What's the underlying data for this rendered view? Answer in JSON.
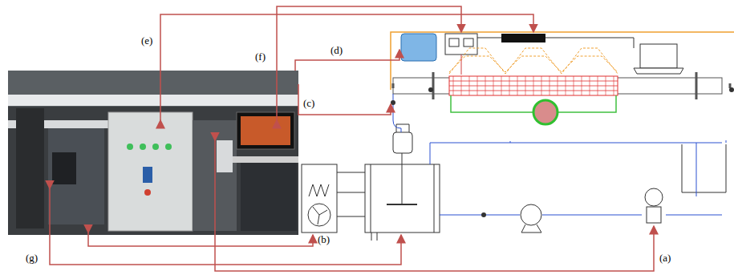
{
  "diagram": {
    "labels": [
      "(e)",
      "(f)",
      "(d)",
      "(c)",
      "(b)",
      "(g)",
      "(a)"
    ]
  }
}
